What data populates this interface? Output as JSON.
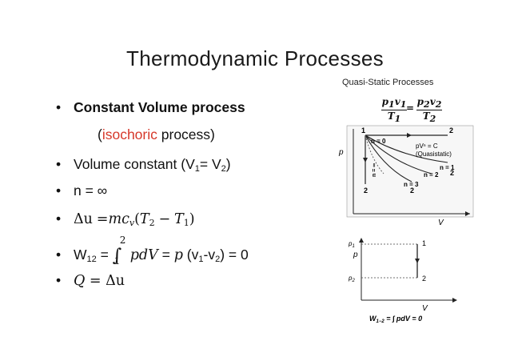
{
  "slide": {
    "title": "Thermodynamic Processes",
    "caption": "Quasi-Static Processes"
  },
  "bullets": {
    "b1": "Constant Volume process",
    "b1_paren_open": "(",
    "b1_isochoric": "isochoric",
    "b1_paren_close": " process)",
    "b2_prefix": "Volume constant (V",
    "b2_sub1": "1",
    "b2_mid": "= V",
    "b2_sub2": "2",
    "b2_suffix": ")",
    "b3": "n = ∞",
    "b4_prefix": "Δu",
    "b4_eq": "=",
    "b4_m": "mc",
    "b4_v": "v",
    "b4_open": "(",
    "b4_T2": "T",
    "b4_T2_sub": "2",
    "b4_minus": "−",
    "b4_T1": "T",
    "b4_T1_sub": "1",
    "b4_close": ")",
    "b5_prefix": "W",
    "b5_sub": "12",
    "b5_eq": " = ",
    "b5_int": "∫",
    "b5_upper": "2",
    "b5_lower": "1",
    "b5_integrand": "pdV",
    "b5_mid": " = ",
    "b5_p": "p",
    "b5_tail": " (v",
    "b5_v1": "1",
    "b5_dash": "-v",
    "b5_v2": "2",
    "b5_end": ") = 0",
    "b6_Q": "Q",
    "b6_rest": " = Δu"
  },
  "formula": {
    "n1": "p",
    "n1_sub": "1",
    "n1b": "v",
    "n1b_sub": "1",
    "d1": "T",
    "d1_sub": "1",
    "eq": "=",
    "n2": "p",
    "n2_sub": "2",
    "n2b": "v",
    "n2b_sub": "2",
    "d2": "T",
    "d2_sub": "2"
  },
  "diagram1": {
    "axis_p": "p",
    "axis_v": "V",
    "pt1": "1",
    "n0": "n = 0",
    "pt2": "2",
    "pvn": "pVⁿ = C",
    "quasistatic": "(Quasistatic)",
    "n1": "n = 1",
    "n2": "n = 2",
    "n3": "n = 3",
    "ninf": "n = ∞",
    "b2a": "2",
    "b2b": "2",
    "b2c": "2"
  },
  "diagram2": {
    "axis_p": "p",
    "axis_v": "V",
    "p1": "p",
    "p1_sub": "1",
    "p2": "p",
    "p2_sub": "2",
    "pt1": "1",
    "pt2": "2",
    "work": "W",
    "work_sub": "1−2",
    "work_eq": " = ∫ pdV = 0"
  },
  "colors": {
    "accent": "#d6382a",
    "text": "#111111"
  }
}
